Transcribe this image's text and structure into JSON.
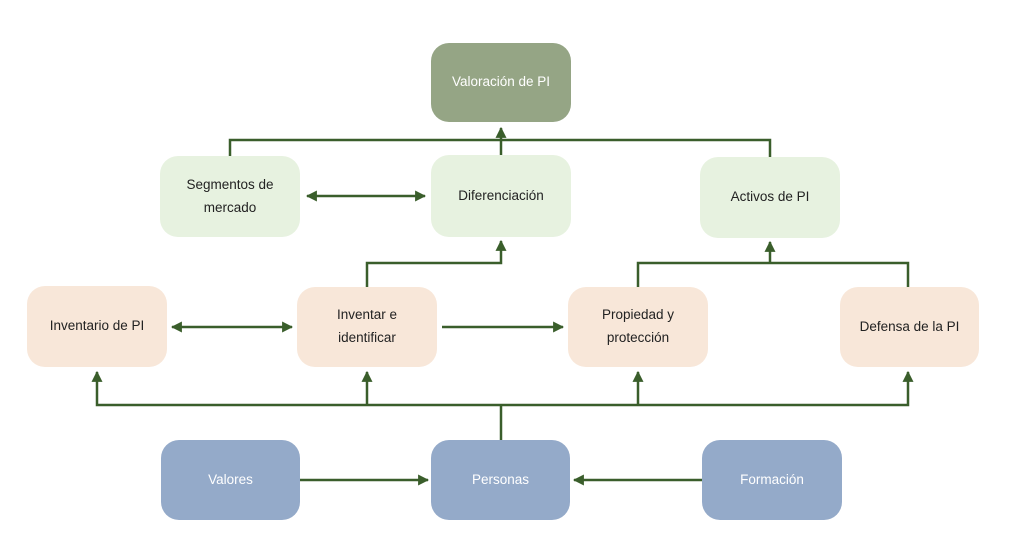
{
  "diagram": {
    "nodes": {
      "valoracion": {
        "label": "Valoración de PI"
      },
      "segmentos": {
        "label": "Segmentos de mercado"
      },
      "diferenciacion": {
        "label": "Diferenciación"
      },
      "activos": {
        "label": "Activos de PI"
      },
      "inventario": {
        "label": "Inventario de PI"
      },
      "inventar": {
        "label": "Inventar e identificar"
      },
      "propiedad": {
        "label": "Propiedad y protección"
      },
      "defensa": {
        "label": "Defensa de la PI"
      },
      "valores": {
        "label": "Valores"
      },
      "personas": {
        "label": "Personas"
      },
      "formacion": {
        "label": "Formación"
      }
    },
    "edges": [
      {
        "from": "segmentos",
        "to": "valoracion",
        "type": "elbow-merge"
      },
      {
        "from": "diferenciacion",
        "to": "valoracion",
        "type": "arrow"
      },
      {
        "from": "activos",
        "to": "valoracion",
        "type": "elbow-merge"
      },
      {
        "from": "segmentos",
        "to": "diferenciacion",
        "type": "bidirectional"
      },
      {
        "from": "inventar",
        "to": "diferenciacion",
        "type": "elbow-arrow"
      },
      {
        "from": "propiedad",
        "to": "activos",
        "type": "elbow-arrow"
      },
      {
        "from": "defensa",
        "to": "activos",
        "type": "elbow-arrow"
      },
      {
        "from": "inventario",
        "to": "inventar",
        "type": "bidirectional"
      },
      {
        "from": "inventar",
        "to": "propiedad",
        "type": "arrow"
      },
      {
        "from": "personas",
        "to": "inventario",
        "type": "elbow-arrow"
      },
      {
        "from": "personas",
        "to": "inventar",
        "type": "elbow-arrow"
      },
      {
        "from": "personas",
        "to": "propiedad",
        "type": "elbow-arrow"
      },
      {
        "from": "personas",
        "to": "defensa",
        "type": "elbow-arrow"
      },
      {
        "from": "valores",
        "to": "personas",
        "type": "arrow"
      },
      {
        "from": "formacion",
        "to": "personas",
        "type": "arrow"
      }
    ],
    "colors": {
      "top_fill": "#95a585",
      "top_text": "#ffffff",
      "green_fill": "#e7f2e0",
      "peach_fill": "#f8e7d9",
      "blue_fill": "#94aac9",
      "blue_text": "#ffffff",
      "dark_text": "#222222",
      "arrow": "#3a5e2b",
      "background": "#ffffff"
    }
  }
}
